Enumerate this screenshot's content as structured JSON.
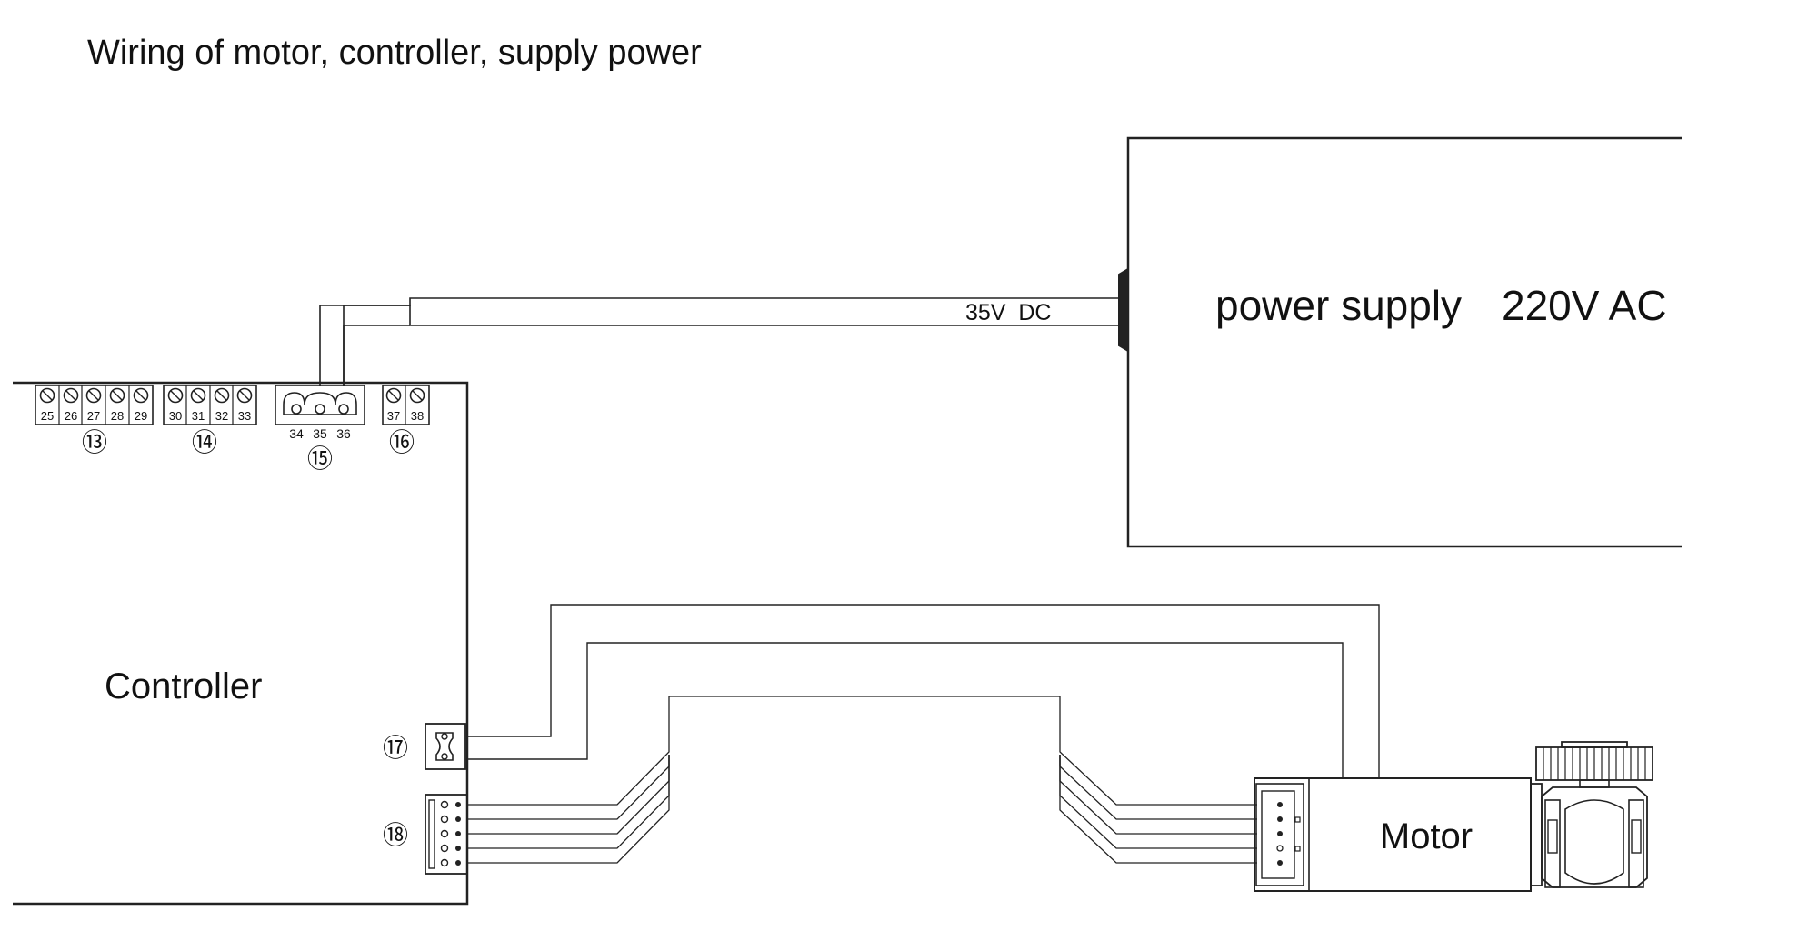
{
  "title": "Wiring of motor, controller, supply power",
  "controller": {
    "label": "Controller",
    "groups": [
      {
        "id": "⑬",
        "terminals": [
          "25",
          "26",
          "27",
          "28",
          "29"
        ]
      },
      {
        "id": "⑭",
        "terminals": [
          "30",
          "31",
          "32",
          "33"
        ]
      },
      {
        "id": "⑮",
        "terminals": [
          "34",
          "35",
          "36"
        ]
      },
      {
        "id": "⑯",
        "terminals": [
          "37",
          "38"
        ]
      }
    ],
    "port_a": "⑰",
    "port_b": "⑱"
  },
  "power_supply": {
    "label": "power supply",
    "input": "220V AC"
  },
  "cable": {
    "label": "35V  DC"
  },
  "motor": {
    "label": "Motor"
  }
}
